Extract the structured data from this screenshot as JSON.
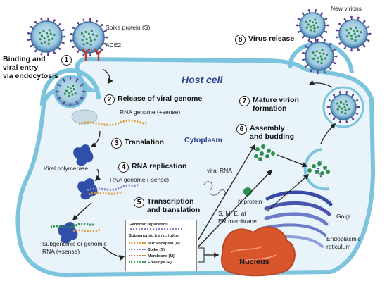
{
  "labels": {
    "spike_protein": "Spike protein (S)",
    "ace2": "ACE2",
    "new_virions": "New virions",
    "host_cell": "Host cell",
    "cytoplasm": "Cytoplasm",
    "rna_genome_plus": "RNA genome (+sense)",
    "viral_polymerase": "Viral polymerase",
    "rna_genome_minus": "RNA genome (-sense)",
    "subgenomic_rna": "Subgenomic or genomic\nRNA (+sense)",
    "viral_rna": "viral RNA",
    "n_protein": "N protein",
    "sme_membrane": "S, M, E, at\nER membrane",
    "golgi": "Golgi",
    "er": "Endoplasmic\nreticulum",
    "nucleus": "Nucleus"
  },
  "steps": [
    {
      "number": "1",
      "label": "Binding and\nviral entry\nvia endocytosis"
    },
    {
      "number": "2",
      "label": "Release of viral genome"
    },
    {
      "number": "3",
      "label": "Translation"
    },
    {
      "number": "4",
      "label": "RNA replication"
    },
    {
      "number": "5",
      "label": "Transcription\nand translation"
    },
    {
      "number": "6",
      "label": "Assembly\nand budding"
    },
    {
      "number": "7",
      "label": "Mature virion\nformation"
    },
    {
      "number": "8",
      "label": "Virus release"
    }
  ],
  "legend": {
    "genomic_replication": "Genomic replication",
    "subgenomic_transcription": "Subgenomic transcription",
    "items": [
      {
        "label": "Nucleocapsid (N)",
        "color": "#e39a3a"
      },
      {
        "label": "Spike (S)",
        "color": "#8a7fc2"
      },
      {
        "label": "Membrane (M)",
        "color": "#e07a4a"
      },
      {
        "label": "Envelope (E)",
        "color": "#4aa36b"
      }
    ]
  },
  "colors": {
    "cell_border": "#7cc3dd",
    "cell_fill": "#e8f4f9",
    "virion": "#3d78a8",
    "rna_green": "#2f8f4e",
    "polymerase": "#2f4fa8",
    "spike": "#5e3a8a",
    "ace2": "#c0392b",
    "nucleus": "#d9552b",
    "golgi": "#4a55b0",
    "text_blue": "#2b3f8f"
  }
}
